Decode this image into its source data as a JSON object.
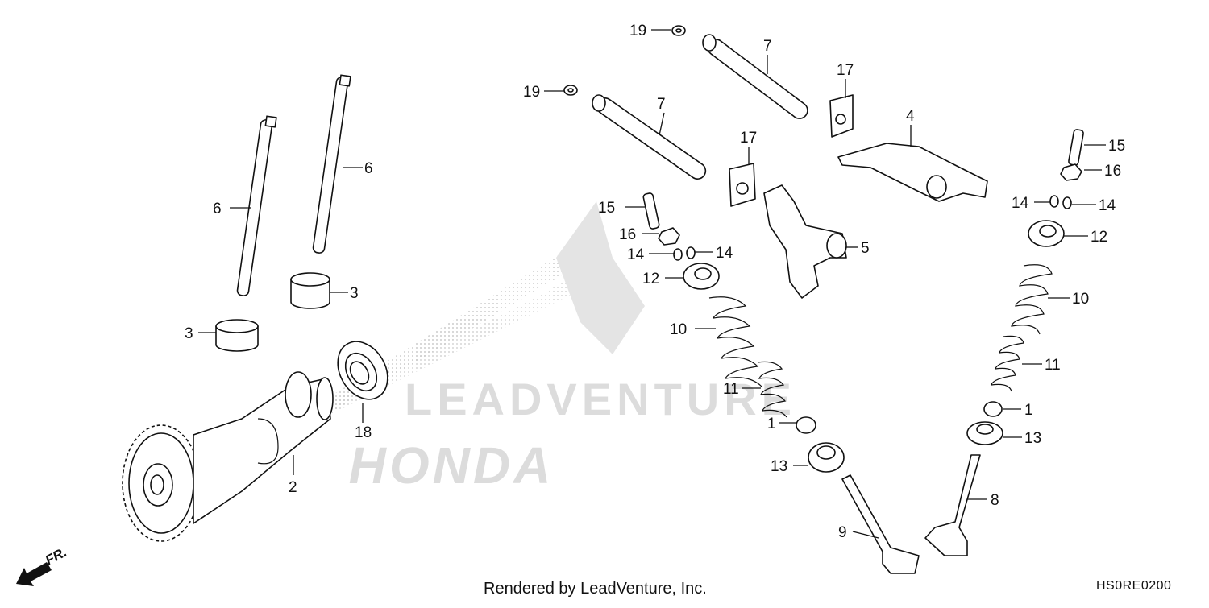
{
  "watermark": {
    "text": "LEADVENTURE",
    "brand_text": "HONDA",
    "color": "#cfcfcf"
  },
  "direction_indicator": {
    "label": "FR.",
    "icon": "arrow-down-left-icon"
  },
  "callouts": [
    {
      "id": "c1",
      "label": "1"
    },
    {
      "id": "c1b",
      "label": "1"
    },
    {
      "id": "c2",
      "label": "2"
    },
    {
      "id": "c3",
      "label": "3"
    },
    {
      "id": "c3b",
      "label": "3"
    },
    {
      "id": "c4",
      "label": "4"
    },
    {
      "id": "c5",
      "label": "5"
    },
    {
      "id": "c6",
      "label": "6"
    },
    {
      "id": "c6b",
      "label": "6"
    },
    {
      "id": "c7",
      "label": "7"
    },
    {
      "id": "c7b",
      "label": "7"
    },
    {
      "id": "c8",
      "label": "8"
    },
    {
      "id": "c9",
      "label": "9"
    },
    {
      "id": "c10",
      "label": "10"
    },
    {
      "id": "c10b",
      "label": "10"
    },
    {
      "id": "c11",
      "label": "11"
    },
    {
      "id": "c11b",
      "label": "11"
    },
    {
      "id": "c12",
      "label": "12"
    },
    {
      "id": "c12b",
      "label": "12"
    },
    {
      "id": "c13",
      "label": "13"
    },
    {
      "id": "c13b",
      "label": "13"
    },
    {
      "id": "c14",
      "label": "14"
    },
    {
      "id": "c14b",
      "label": "14"
    },
    {
      "id": "c14c",
      "label": "14"
    },
    {
      "id": "c14d",
      "label": "14"
    },
    {
      "id": "c15",
      "label": "15"
    },
    {
      "id": "c15b",
      "label": "15"
    },
    {
      "id": "c16",
      "label": "16"
    },
    {
      "id": "c16b",
      "label": "16"
    },
    {
      "id": "c17",
      "label": "17"
    },
    {
      "id": "c17b",
      "label": "17"
    },
    {
      "id": "c18",
      "label": "18"
    },
    {
      "id": "c19",
      "label": "19"
    },
    {
      "id": "c19b",
      "label": "19"
    }
  ],
  "footer": {
    "rendered_by": "Rendered by LeadVenture, Inc.",
    "diagram_code": "HS0RE0200"
  }
}
